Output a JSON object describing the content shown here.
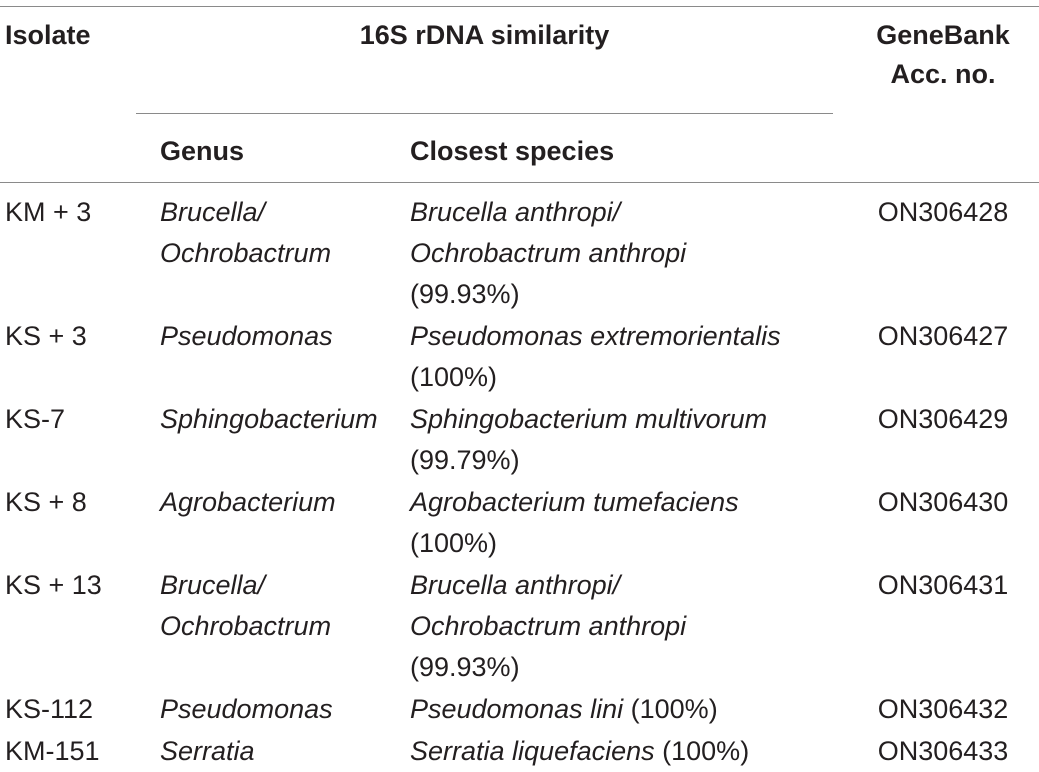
{
  "table": {
    "header": {
      "isolate": "Isolate",
      "similarity_group": "16S rDNA similarity",
      "genus": "Genus",
      "closest_species": "Closest species",
      "accession_line1": "GeneBank",
      "accession_line2": "Acc. no."
    },
    "rows": [
      {
        "isolate": "KM + 3",
        "genus_lines": [
          "Brucella/",
          "Ochrobactrum"
        ],
        "species_lines": [
          {
            "italic": "Brucella anthropi/",
            "plain": ""
          },
          {
            "italic": "Ochrobactrum anthropi",
            "plain": ""
          },
          {
            "italic": "",
            "plain": "(99.93%)"
          }
        ],
        "accession": "ON306428"
      },
      {
        "isolate": "KS + 3",
        "genus_lines": [
          "Pseudomonas"
        ],
        "species_lines": [
          {
            "italic": "Pseudomonas extremorientalis",
            "plain": ""
          },
          {
            "italic": "",
            "plain": "(100%)"
          }
        ],
        "accession": "ON306427"
      },
      {
        "isolate": "KS-7",
        "genus_lines": [
          "Sphingobacterium"
        ],
        "species_lines": [
          {
            "italic": "Sphingobacterium multivorum",
            "plain": ""
          },
          {
            "italic": "",
            "plain": "(99.79%)"
          }
        ],
        "accession": "ON306429"
      },
      {
        "isolate": "KS + 8",
        "genus_lines": [
          "Agrobacterium"
        ],
        "species_lines": [
          {
            "italic": "Agrobacterium tumefaciens",
            "plain": ""
          },
          {
            "italic": "",
            "plain": "(100%)"
          }
        ],
        "accession": "ON306430"
      },
      {
        "isolate": "KS + 13",
        "genus_lines": [
          "Brucella/",
          "Ochrobactrum"
        ],
        "species_lines": [
          {
            "italic": "Brucella anthropi/",
            "plain": ""
          },
          {
            "italic": "Ochrobactrum anthropi",
            "plain": ""
          },
          {
            "italic": "",
            "plain": "(99.93%)"
          }
        ],
        "accession": "ON306431"
      },
      {
        "isolate": "KS-112",
        "genus_lines": [
          "Pseudomonas"
        ],
        "species_lines": [
          {
            "italic": "Pseudomonas lini",
            "plain": " (100%)"
          }
        ],
        "accession": "ON306432"
      },
      {
        "isolate": "KM-151",
        "genus_lines": [
          "Serratia"
        ],
        "species_lines": [
          {
            "italic": "Serratia liquefaciens",
            "plain": " (100%)"
          }
        ],
        "accession": "ON306433"
      }
    ]
  }
}
